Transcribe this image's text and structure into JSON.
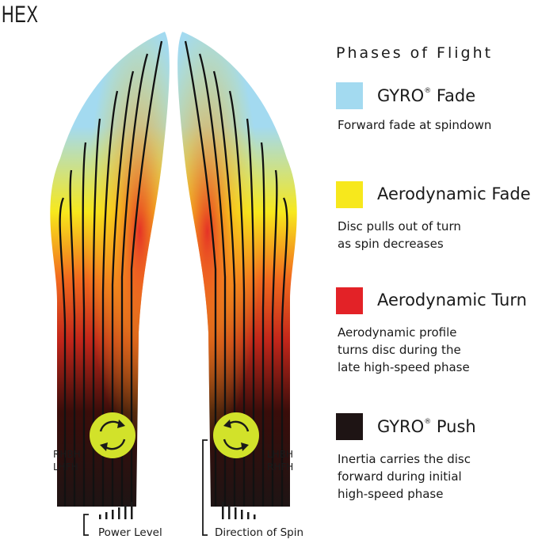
{
  "title": "HEX",
  "legend": {
    "heading": "Phases of Flight",
    "phases": [
      {
        "name": "GYRO",
        "reg": "®",
        "suffix": " Fade",
        "description": "Forward fade at spindown",
        "color": "#a3daf0"
      },
      {
        "name": "Aerodynamic Fade",
        "reg": "",
        "suffix": "",
        "description": "Disc pulls out of turn\nas spin decreases",
        "color": "#f7e81c"
      },
      {
        "name": "Aerodynamic Turn",
        "reg": "",
        "suffix": "",
        "description": "Aerodynamic profile\nturns disc during the\nlate high-speed phase",
        "color": "#e32227"
      },
      {
        "name": "GYRO",
        "reg": "®",
        "suffix": " Push",
        "description": "Inertia carries the disc\nforward during initial\nhigh-speed phase",
        "color": "#1e1414"
      }
    ]
  },
  "left_throw_label": "RHBH\nLHFH",
  "right_throw_label": "LHBH\nRHFH",
  "power_level_label": "Power Level",
  "direction_label": "Direction of Spin",
  "accent_color": "#d2e22a"
}
